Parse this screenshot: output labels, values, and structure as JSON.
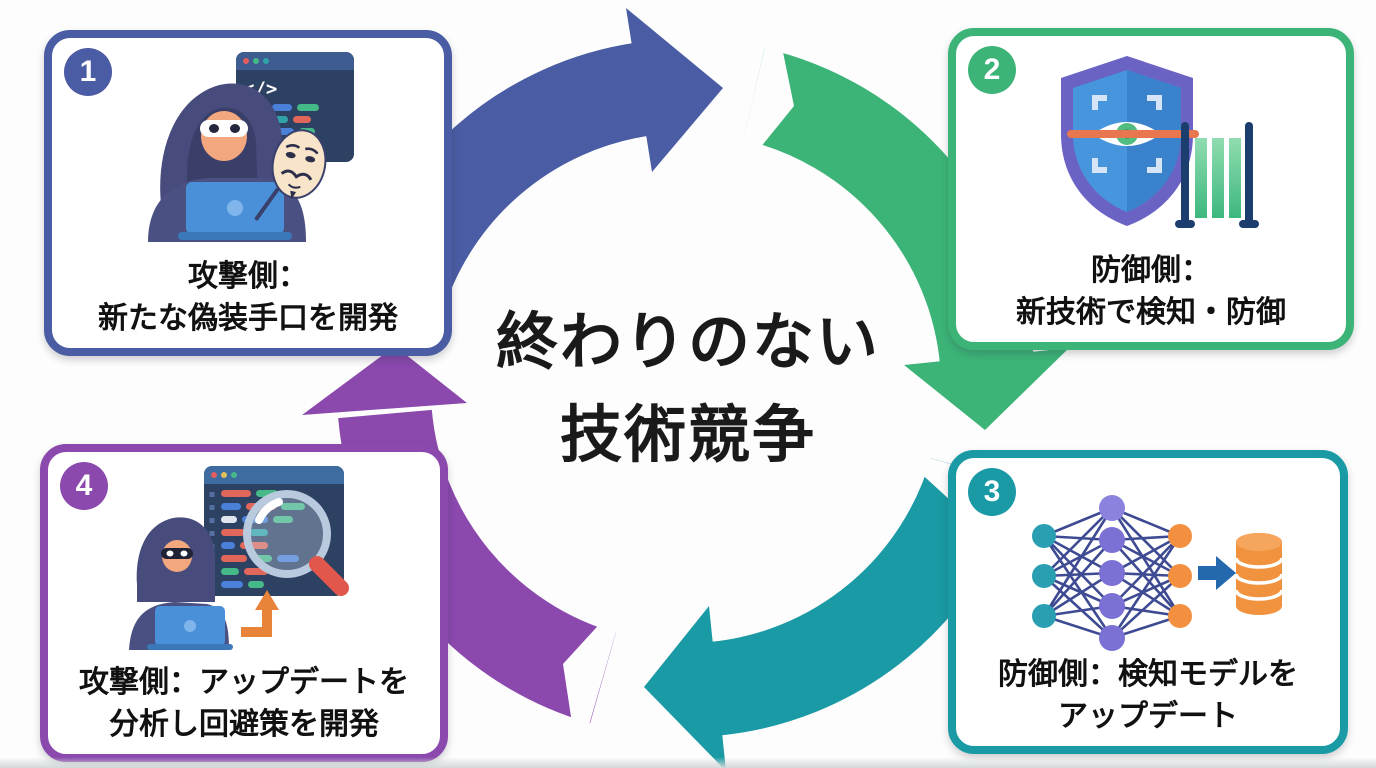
{
  "diagram": {
    "title_line1": "終わりのない",
    "title_line2": "技術競争",
    "cycle_direction": "clockwise"
  },
  "colors": {
    "step1_blue": "#4a5ca3",
    "step2_green": "#3cb478",
    "step3_teal": "#1a9aa4",
    "step4_purple": "#8b49ad",
    "title_text": "#1a1a1a"
  },
  "steps": [
    {
      "number": "1",
      "color": "#4a5ca3",
      "icon": "hacker-mask-code-icon",
      "caption_line1": "攻撃側：",
      "caption_line2": "新たな偽装手口を開発"
    },
    {
      "number": "2",
      "color": "#3cb478",
      "icon": "shield-scan-icon",
      "caption_line1": "防御側：",
      "caption_line2": "新技術で検知・防御"
    },
    {
      "number": "3",
      "color": "#1a9aa4",
      "icon": "neural-network-database-icon",
      "caption_line1": "防御側：検知モデルを",
      "caption_line2": "アップデート"
    },
    {
      "number": "4",
      "color": "#8b49ad",
      "icon": "hacker-code-analysis-icon",
      "caption_line1": "攻撃側：アップデートを",
      "caption_line2": "分析し回避策を開発"
    }
  ],
  "cycle_segments": [
    {
      "from": "1",
      "to": "2",
      "position": "top"
    },
    {
      "from": "2",
      "to": "3",
      "position": "right"
    },
    {
      "from": "3",
      "to": "4",
      "position": "bottom"
    },
    {
      "from": "4",
      "to": "1",
      "position": "left"
    }
  ],
  "code_window_symbol": "</>"
}
